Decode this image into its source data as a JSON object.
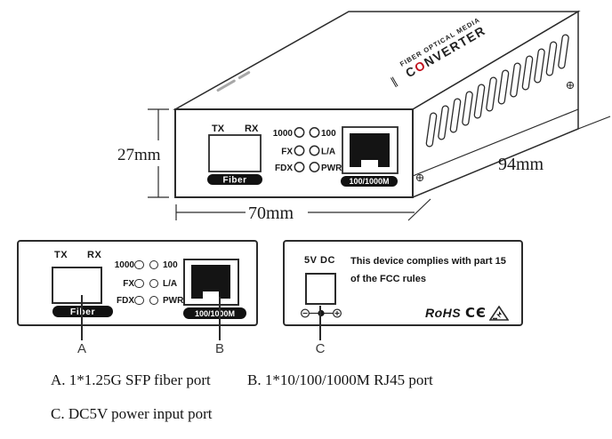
{
  "diagram": {
    "device_top": {
      "brand_mark": "‖",
      "brand_line1": "FIBER OPTICAL MEDIA",
      "brand_line2_pre": "C",
      "brand_line2_accent": "O",
      "brand_line2_post": "NVERTER"
    },
    "dimensions": {
      "height": "27mm",
      "width": "70mm",
      "depth": "94mm"
    },
    "front_panel": {
      "tx_label": "TX",
      "rx_label": "RX",
      "fiber_badge": "Fiber",
      "rj45_badge": "100/1000M",
      "led_rows": [
        {
          "left": "1000",
          "right": "100"
        },
        {
          "left": "FX",
          "right": "L/A"
        },
        {
          "left": "FDX",
          "right": "PWR"
        }
      ]
    },
    "rear_panel": {
      "power_label": "5V DC",
      "fcc_line1": "This device complies with part 15",
      "fcc_line2": "of the FCC rules",
      "rohs_mark": "RoHS",
      "ce_mark": "CЄ"
    },
    "callouts": {
      "a": "A",
      "b": "B",
      "c": "C"
    },
    "legend": {
      "item_a": "A. 1*1.25G SFP fiber port",
      "item_b": "B. 1*10/100/1000M RJ45 port",
      "item_c": "C. DC5V power input port"
    },
    "colors": {
      "line": "#2b2b2b",
      "accent_red": "#c1121f"
    }
  }
}
